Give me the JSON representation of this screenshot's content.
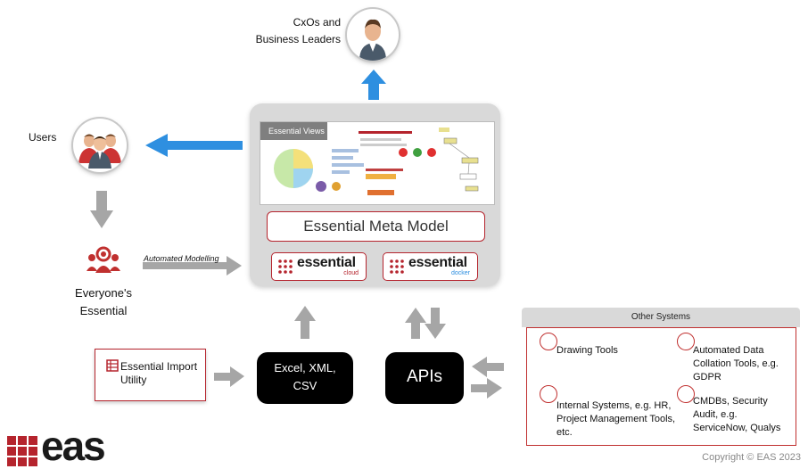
{
  "nodes": {
    "cxo_label": "CxOs and Business Leaders",
    "users_label": "Users",
    "everyone_label": "Everyone's Essential",
    "views_tab": "Essential Views",
    "meta_model": "Essential Meta Model",
    "cloud_logo": "essential",
    "cloud_sub": "cloud",
    "docker_logo": "essential",
    "docker_sub": "docker",
    "import_utility": "Essential Import Utility",
    "excel_box": "Excel, XML, CSV",
    "apis_box": "APIs",
    "automated_modelling": "Automated Modelling"
  },
  "other_systems": {
    "title": "Other Systems",
    "items": [
      "Drawing Tools",
      "Automated Data Collation Tools, e.g. GDPR",
      "Internal Systems, e.g. HR, Project Management Tools, etc.",
      "CMDBs, Security Audit, e.g. ServiceNow, Qualys"
    ]
  },
  "brand": {
    "logo": "eas",
    "copyright": "Copyright © EAS 2023"
  },
  "colors": {
    "accent_red": "#b5242d",
    "arrow_blue": "#2e8fe0",
    "arrow_grey": "#a6a6a6"
  }
}
